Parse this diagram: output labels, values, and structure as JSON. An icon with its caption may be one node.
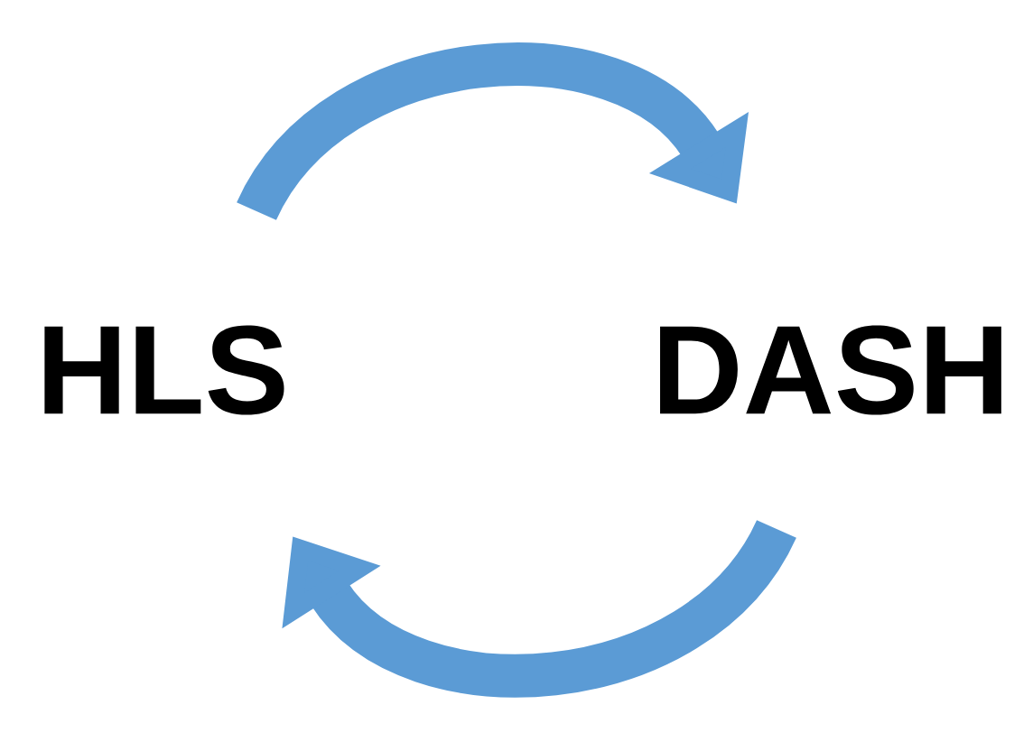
{
  "diagram": {
    "nodes": [
      {
        "text": [
          "HLS"
        ]
      },
      {
        "text": [
          "DASH"
        ]
      }
    ],
    "edges": [
      {
        "from": 0,
        "to": 1,
        "arrow": "to"
      },
      {
        "from": 1,
        "to": 0,
        "arrow": "to"
      }
    ]
  }
}
